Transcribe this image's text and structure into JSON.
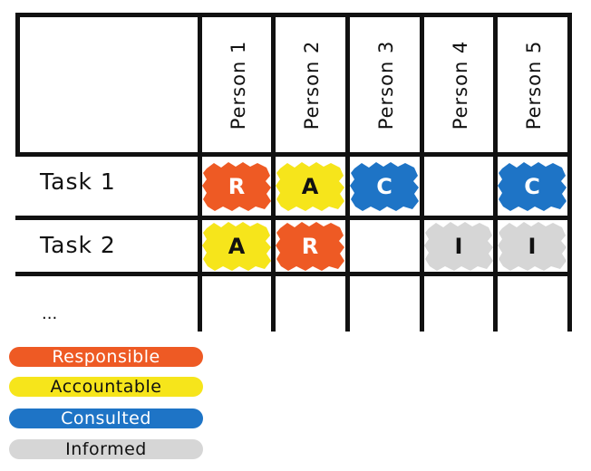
{
  "matrix": {
    "persons": [
      "Person 1",
      "Person 2",
      "Person 3",
      "Person 4",
      "Person 5"
    ],
    "tasks": [
      "Task 1",
      "Task 2"
    ],
    "more_rows": "...",
    "cells": [
      [
        {
          "letter": "R",
          "role": "responsible"
        },
        {
          "letter": "A",
          "role": "accountable"
        },
        {
          "letter": "C",
          "role": "consulted"
        },
        null,
        {
          "letter": "C",
          "role": "consulted"
        }
      ],
      [
        {
          "letter": "A",
          "role": "accountable"
        },
        {
          "letter": "R",
          "role": "responsible"
        },
        null,
        {
          "letter": "I",
          "role": "informed"
        },
        {
          "letter": "I",
          "role": "informed"
        }
      ]
    ]
  },
  "legend": [
    {
      "label": "Responsible",
      "role": "responsible"
    },
    {
      "label": "Accountable",
      "role": "accountable"
    },
    {
      "label": "Consulted",
      "role": "consulted"
    },
    {
      "label": "Informed",
      "role": "informed"
    }
  ],
  "colors": {
    "responsible": "#EE5A24",
    "accountable": "#F6E51B",
    "consulted": "#1E74C6",
    "informed": "#D6D6D6",
    "text_on_responsible": "#FFFFFF",
    "text_on_accountable": "#111111",
    "text_on_consulted": "#FFFFFF",
    "text_on_informed": "#111111",
    "grid": "#111111"
  }
}
